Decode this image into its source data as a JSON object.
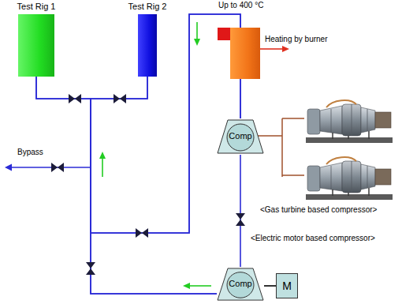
{
  "diagram": {
    "nodes": [
      {
        "text": [
          "Test Rig 1"
        ]
      },
      {
        "text": [
          "Test Rig 2"
        ]
      },
      {
        "text": [
          "Comp"
        ]
      },
      {
        "text": [
          "Comp"
        ]
      },
      {
        "text": [
          "M"
        ]
      }
    ],
    "edges": [
      {
        "from": 2,
        "to": 0,
        "arrow": "none"
      },
      {
        "from": 2,
        "to": 1,
        "arrow": "none"
      },
      {
        "from": 3,
        "to": 0,
        "arrow": "none"
      },
      {
        "from": 3,
        "to": 1,
        "arrow": "none"
      },
      {
        "from": 3,
        "to": 2,
        "arrow": "none"
      },
      {
        "from": 4,
        "to": 3,
        "arrow": "none"
      }
    ],
    "labels": [
      "Up to 400 °C",
      "Heating by burner",
      "Bypass",
      "<Gas turbine based compressor>",
      "<Electric motor based compressor>"
    ]
  }
}
